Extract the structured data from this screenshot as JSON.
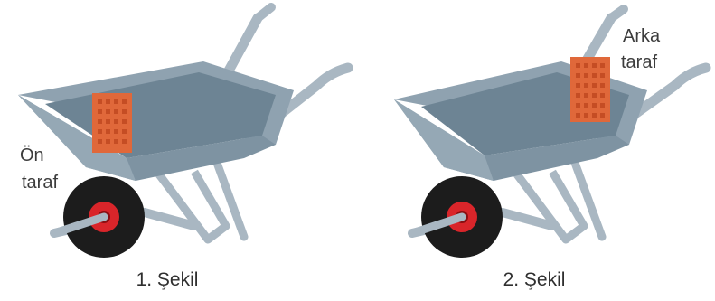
{
  "figures": [
    {
      "caption": "1. Şekil",
      "label_lines": [
        "Ön",
        "taraf"
      ]
    },
    {
      "caption": "2. Şekil",
      "label_lines": [
        "Arka",
        "taraf"
      ]
    }
  ],
  "colors": {
    "tray_outer": "#8fa2b0",
    "tray_inner": "#6d8494",
    "frame": "#a9b7c2",
    "tire": "#1c1c1c",
    "hub": "#d9252a",
    "brick": "#e0683a"
  },
  "icons": [
    "wheelbarrow-icon",
    "brick-icon"
  ]
}
